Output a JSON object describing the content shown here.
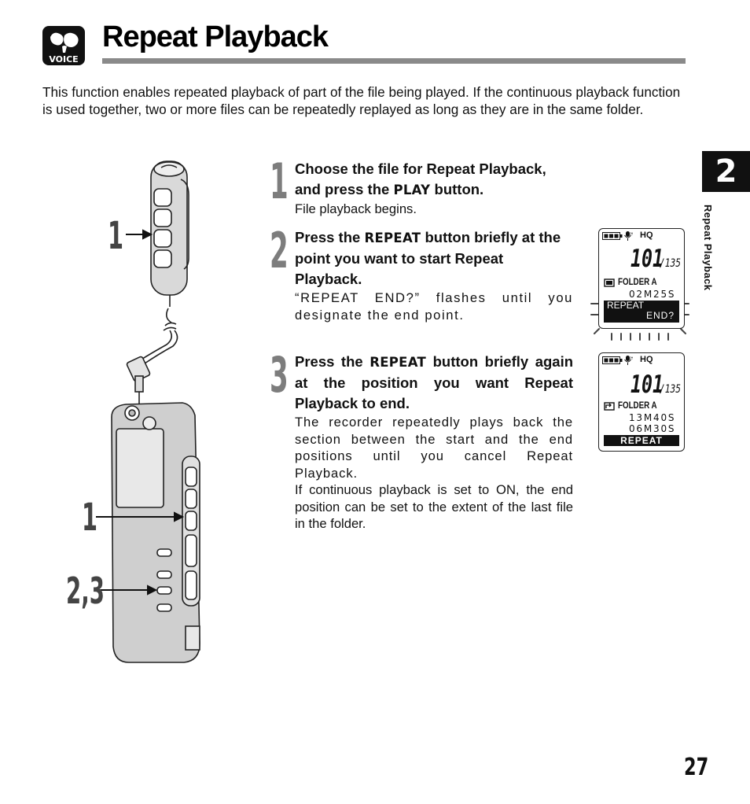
{
  "header": {
    "logo_text": "VOICE",
    "title": "Repeat Playback"
  },
  "intro": "This function enables repeated playback of part of the file being played. If the continuous playback function is used together, two or more files can be repeatedly replayed as long as they are in the same folder.",
  "chapter_tab": "2",
  "side_label": "Repeat Playback",
  "steps": [
    {
      "number": "1",
      "heading_pre": "Choose the file for Repeat Playback, and press the ",
      "heading_key": "PLAY",
      "heading_post": " button.",
      "body": "File playback begins."
    },
    {
      "number": "2",
      "heading_pre": "Press the ",
      "heading_key": "REPEAT",
      "heading_post": " button briefly at the point you want to start Repeat Playback.",
      "body": "“REPEAT END?” flashes until you designate the end point."
    },
    {
      "number": "3",
      "heading_pre": "Press the ",
      "heading_key": "REPEAT",
      "heading_post": " button briefly again at the position you want Repeat Playback to end.",
      "body_1": "The recorder repeatedly plays back the section between the start and the end positions until you cancel Repeat Playback.",
      "body_2": "If continuous playback is set to ON, the end position can be set to the extent of the last file in the folder."
    }
  ],
  "displays": [
    {
      "mode": "HQ",
      "file_number": "101",
      "file_total": "/135",
      "folder": "FOLDER A",
      "time": "02M25S",
      "status_line1": "REPEAT",
      "status_line2": "END?"
    },
    {
      "mode": "HQ",
      "file_number": "101",
      "file_total": "/135",
      "folder": "FOLDER A",
      "time_1": "13M40S",
      "time_2": "06M30S",
      "status": "REPEAT"
    }
  ],
  "callouts": {
    "remote_step": "1",
    "recorder_play_step": "1",
    "recorder_repeat_steps": "2,3"
  },
  "page_number": "27"
}
